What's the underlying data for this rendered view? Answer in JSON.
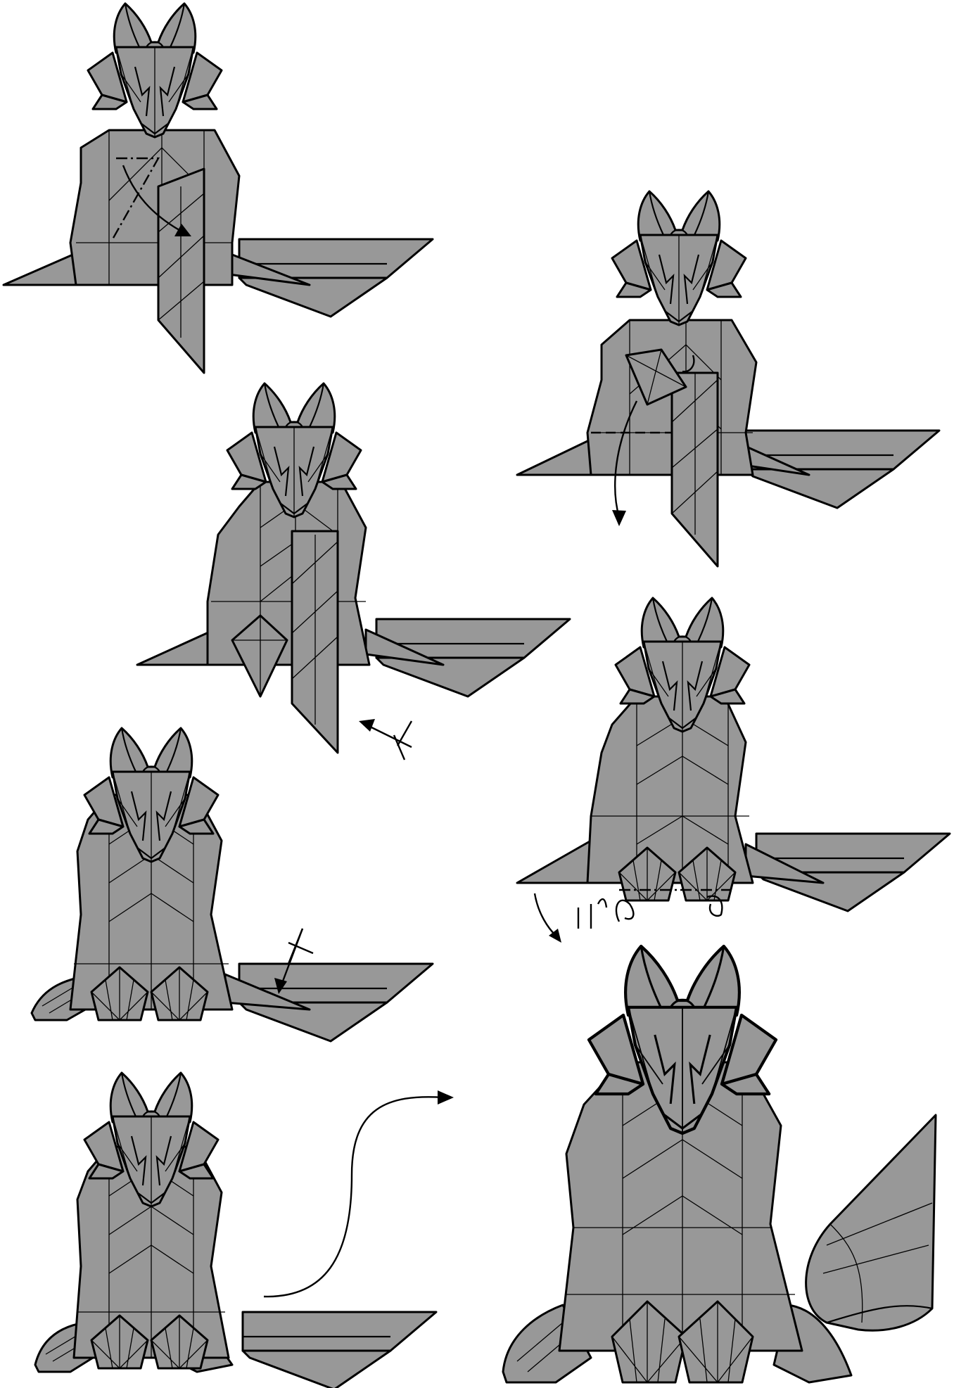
{
  "diagram": {
    "paper_color": "#989898",
    "line_color": "#000000",
    "background": "#ffffff",
    "steps": [
      {
        "name": "step-1",
        "fold": "valley-fold-arm-across",
        "arrow": "fold-arrow"
      },
      {
        "name": "step-2",
        "fold": "swivel-fold-arm-down",
        "arrow": "fold-arrow"
      },
      {
        "name": "step-3",
        "fold": "fold-and-unfold",
        "arrow": "unfold-arrow"
      },
      {
        "name": "step-4",
        "fold": "pleat-feet",
        "arrow": "push-arrows"
      },
      {
        "name": "step-5",
        "fold": "fold-and-unfold-tail",
        "arrow": "unfold-arrow"
      },
      {
        "name": "step-6",
        "fold": "shape-tail",
        "arrow": "curved-arrow"
      },
      {
        "name": "step-7",
        "fold": "finished-model",
        "arrow": ""
      }
    ]
  }
}
